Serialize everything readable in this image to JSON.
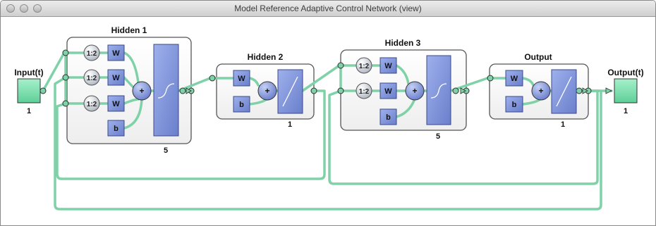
{
  "window": {
    "title": "Model Reference Adaptive Control Network (view)"
  },
  "input": {
    "label": "Input(t)",
    "size": "1"
  },
  "output_terminal": {
    "label": "Output(t)",
    "size": "1"
  },
  "layers": [
    {
      "title": "Hidden 1",
      "size": "5",
      "delays": [
        "1:2",
        "1:2",
        "1:2"
      ],
      "weight": "W",
      "bias": "b",
      "sum": "+",
      "transfer": "sigmoid"
    },
    {
      "title": "Hidden 2",
      "size": "1",
      "delays": [],
      "weight": "W",
      "bias": "b",
      "sum": "+",
      "transfer": "linear"
    },
    {
      "title": "Hidden 3",
      "size": "5",
      "delays": [
        "1:2",
        "1:2"
      ],
      "weight": "W",
      "bias": "b",
      "sum": "+",
      "transfer": "sigmoid"
    },
    {
      "title": "Output",
      "size": "1",
      "delays": [],
      "weight": "W",
      "bias": "b",
      "sum": "+",
      "transfer": "linear"
    }
  ],
  "colors": {
    "connection": "#7fd2a8",
    "block": "#7e93d8",
    "terminal": "#7fe0b0"
  }
}
